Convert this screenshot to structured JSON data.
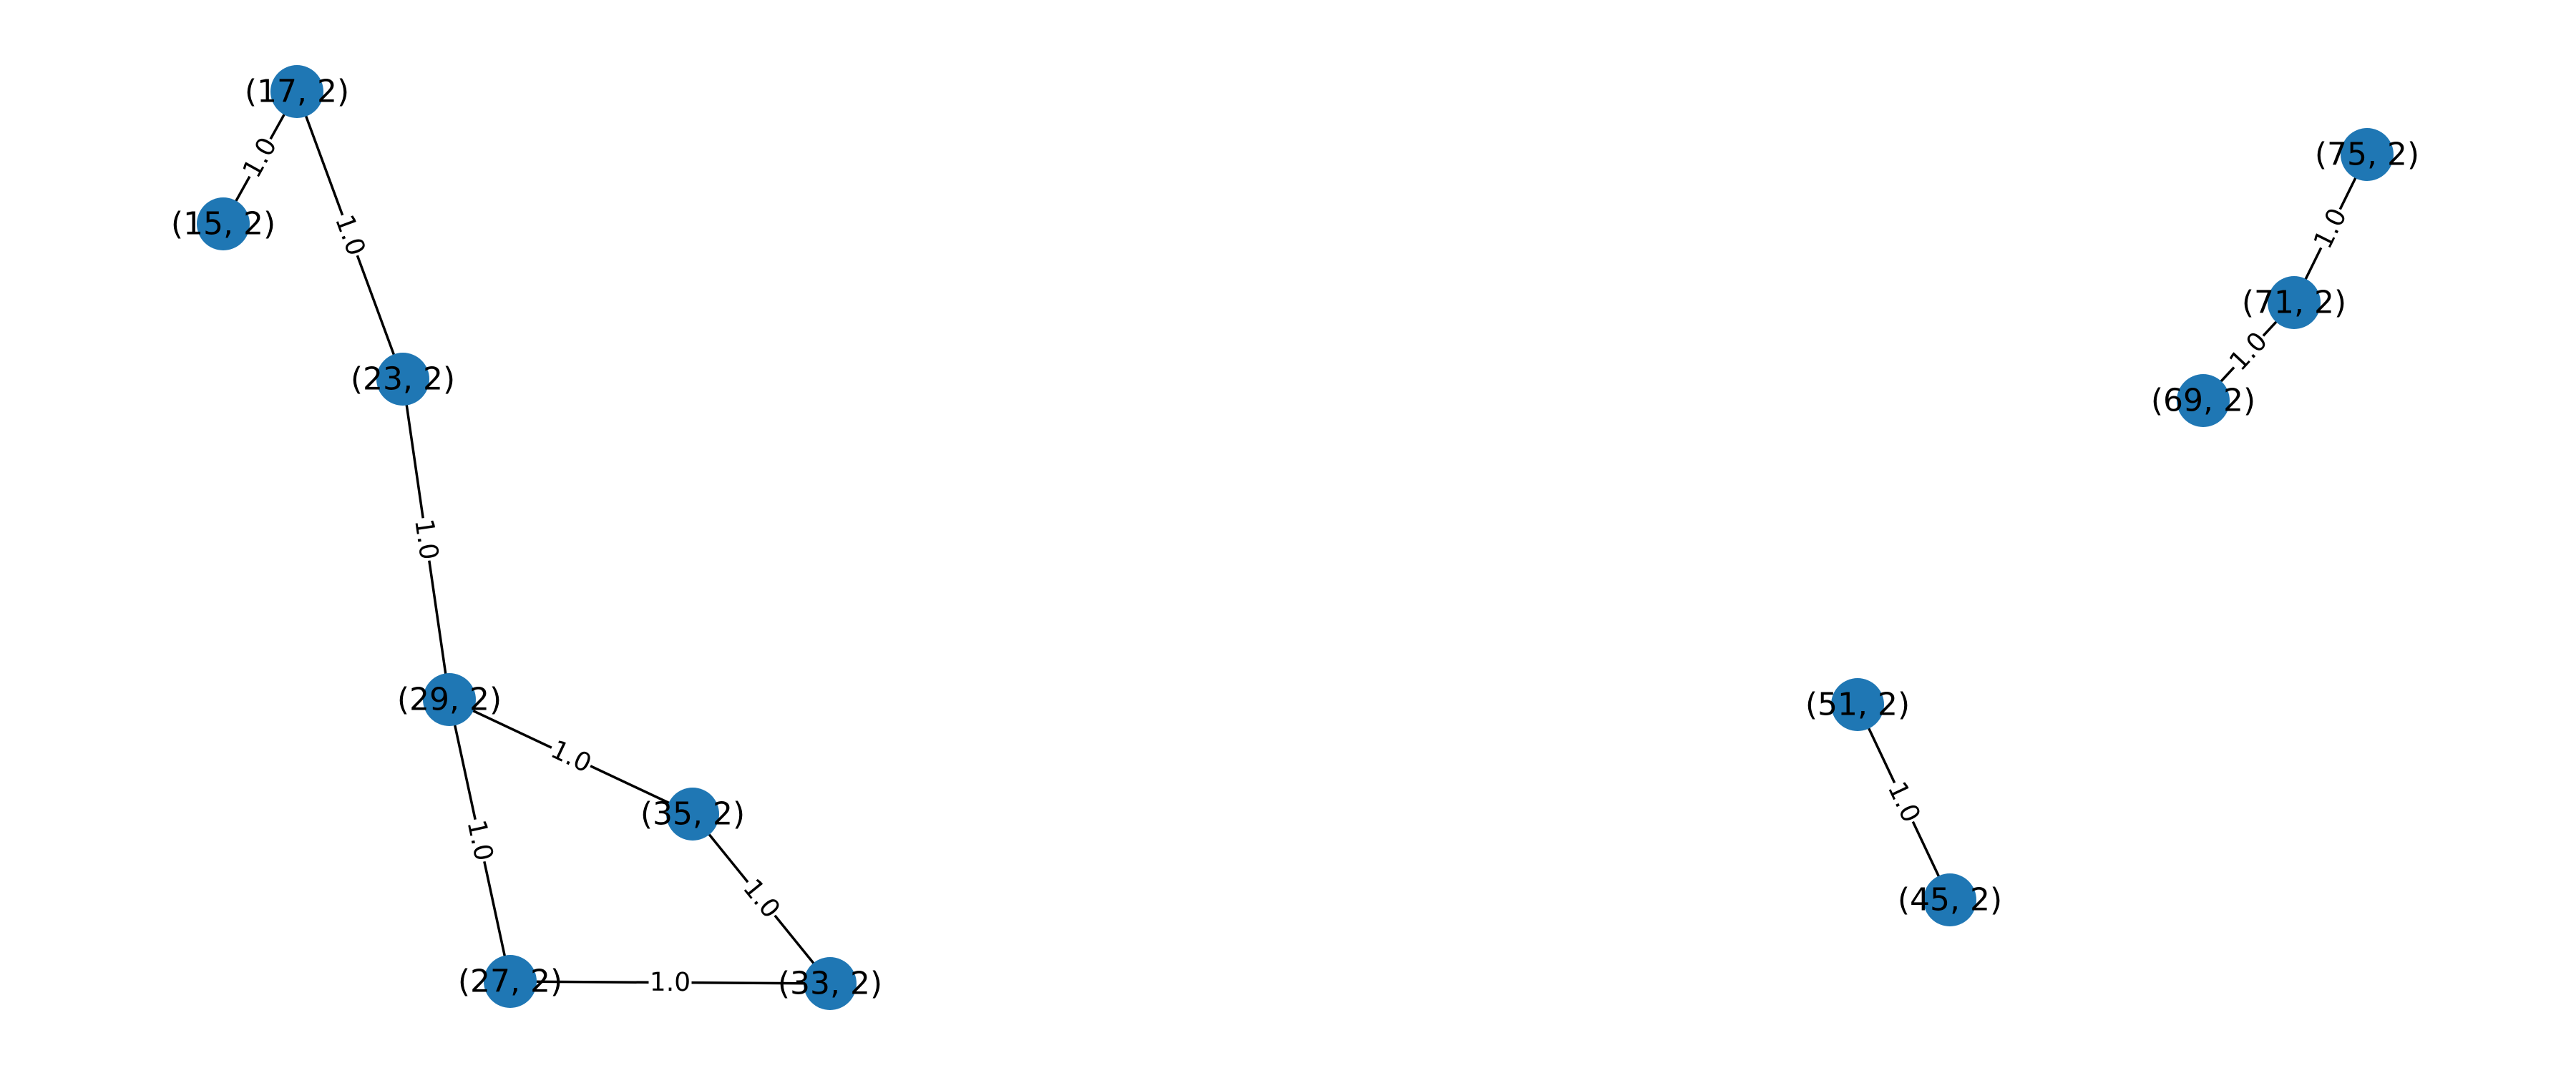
{
  "graph": {
    "node_color": "#1f77b4",
    "edge_color": "#000000",
    "nodes": [
      {
        "id": "n17",
        "label": "(17, 2)"
      },
      {
        "id": "n15",
        "label": "(15, 2)"
      },
      {
        "id": "n23",
        "label": "(23, 2)"
      },
      {
        "id": "n29",
        "label": "(29, 2)"
      },
      {
        "id": "n35",
        "label": "(35, 2)"
      },
      {
        "id": "n27",
        "label": "(27, 2)"
      },
      {
        "id": "n33",
        "label": "(33, 2)"
      },
      {
        "id": "n75",
        "label": "(75, 2)"
      },
      {
        "id": "n71",
        "label": "(71, 2)"
      },
      {
        "id": "n69",
        "label": "(69, 2)"
      },
      {
        "id": "n51",
        "label": "(51, 2)"
      },
      {
        "id": "n45",
        "label": "(45, 2)"
      }
    ],
    "edges": [
      {
        "source": "n17",
        "target": "n15",
        "label": "1.0"
      },
      {
        "source": "n17",
        "target": "n23",
        "label": "1.0"
      },
      {
        "source": "n23",
        "target": "n29",
        "label": "1.0"
      },
      {
        "source": "n29",
        "target": "n35",
        "label": "1.0"
      },
      {
        "source": "n29",
        "target": "n27",
        "label": "1.0"
      },
      {
        "source": "n35",
        "target": "n33",
        "label": "1.0"
      },
      {
        "source": "n27",
        "target": "n33",
        "label": "1.0"
      },
      {
        "source": "n75",
        "target": "n71",
        "label": "1.0"
      },
      {
        "source": "n71",
        "target": "n69",
        "label": "1.0"
      },
      {
        "source": "n51",
        "target": "n45",
        "label": "1.0"
      }
    ]
  }
}
